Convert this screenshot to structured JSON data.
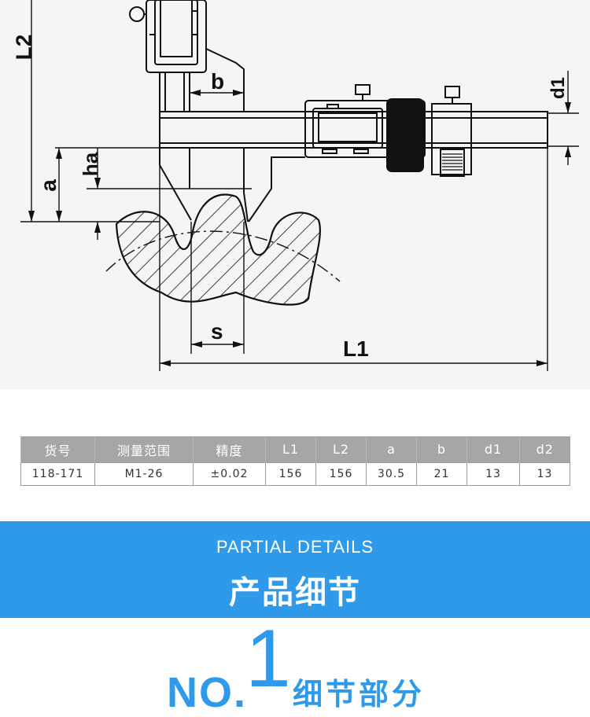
{
  "drawing": {
    "dimension_labels": {
      "l2": "L2",
      "b": "b",
      "d1": "d1",
      "ha": "ha",
      "a": "a",
      "s": "s",
      "l1": "L1"
    }
  },
  "spec_table": {
    "headers": [
      "货号",
      "测量范围",
      "精度",
      "L1",
      "L2",
      "a",
      "b",
      "d1",
      "d2"
    ],
    "rows": [
      [
        "118-171",
        "M1-26",
        "±0.02",
        "156",
        "156",
        "30.5",
        "21",
        "13",
        "13"
      ]
    ]
  },
  "banner": {
    "subtitle": "PARTIAL DETAILS",
    "title": "产品细节"
  },
  "section": {
    "prefix": "NO.",
    "number": "1",
    "title": "细节部分"
  },
  "colors": {
    "accent": "#2f9aea",
    "table_header": "#a6a6a6",
    "drawing_bg": "#f5f5f5"
  }
}
